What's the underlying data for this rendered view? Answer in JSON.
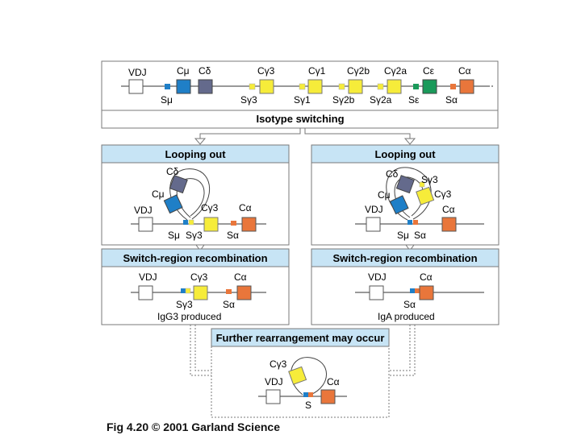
{
  "colors": {
    "panel_header": "#c7e4f5",
    "panel_border": "#7a7a7a",
    "mu": "#1f7fc7",
    "delta": "#646a8c",
    "gamma": "#f6ec3a",
    "epsilon": "#1a9a5a",
    "alpha": "#e9763b",
    "switch_mu": "#1f7fc7",
    "switch_gamma": "#f6ec3a",
    "switch_epsilon": "#1a9a5a",
    "switch_alpha": "#e9763b"
  },
  "locus": {
    "genes": [
      "VDJ",
      "Cμ",
      "Cδ",
      "Cγ3",
      "Cγ1",
      "Cγ2b",
      "Cγ2a",
      "Cε",
      "Cα"
    ],
    "switch_regions": [
      "Sμ",
      "Sγ3",
      "Sγ1",
      "Sγ2b",
      "Sγ2a",
      "Sε",
      "Sα"
    ],
    "footer": "Isotype switching"
  },
  "left_panel": {
    "looping_title": "Looping out",
    "loop_labels": {
      "c_delta": "Cδ",
      "c_mu": "Cμ",
      "c_gamma3": "Cγ3",
      "c_alpha": "Cα",
      "vdj": "VDJ",
      "s_mu": "Sμ",
      "s_gamma3": "Sγ3",
      "s_alpha": "Sα"
    },
    "recomb_title": "Switch-region recombination",
    "recomb_labels": {
      "vdj": "VDJ",
      "c_gamma3": "Cγ3",
      "c_alpha": "Cα",
      "s_gamma3": "Sγ3",
      "s_alpha": "Sα"
    },
    "result": "IgG3 produced"
  },
  "right_panel": {
    "looping_title": "Looping out",
    "loop_labels": {
      "c_delta": "Cδ",
      "s_gamma3": "Sγ3",
      "c_gamma3": "Cγ3",
      "c_mu": "Cμ",
      "c_alpha": "Cα",
      "vdj": "VDJ",
      "s_mu": "Sμ",
      "s_alpha": "Sα"
    },
    "recomb_title": "Switch-region recombination",
    "recomb_labels": {
      "vdj": "VDJ",
      "c_alpha": "Cα",
      "s_alpha": "Sα"
    },
    "result": "IgA produced"
  },
  "further": {
    "title": "Further rearrangement may occur",
    "labels": {
      "c_gamma3": "Cγ3",
      "vdj": "VDJ",
      "c_alpha": "Cα",
      "s": "S"
    }
  },
  "caption": "Fig 4.20  © 2001 Garland Science"
}
